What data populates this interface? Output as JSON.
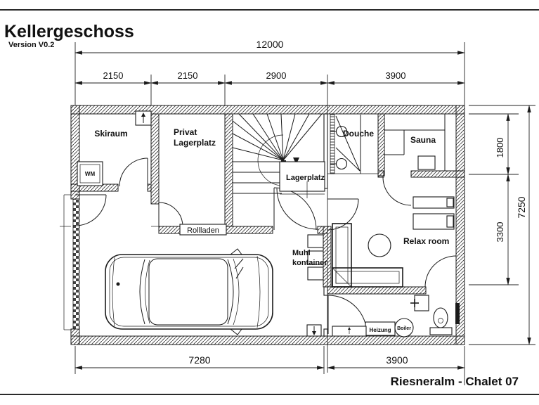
{
  "title": {
    "main": "Kellergeschoss",
    "version": "Version V0.2"
  },
  "footer": {
    "project": "Riesneralm - Chalet 07"
  },
  "rooms": {
    "skiraum": "Skiraum",
    "privat": [
      "Privat",
      "Lagerplatz"
    ],
    "stair_storage": "Lagerplatz",
    "douche": "Douche",
    "sauna": "Sauna",
    "relax": "Relax room"
  },
  "labels": {
    "wm": "WM",
    "rollladen": "Rollladen",
    "muell": [
      "Muhl",
      "kontainer"
    ],
    "heizung": "Heizung",
    "boiler": "Boiler"
  },
  "dimensions": {
    "overall_width": "12000",
    "top_segments": [
      "2150",
      "2150",
      "2900",
      "3900"
    ],
    "bottom_left": "7280",
    "bottom_right": "3900",
    "right_upper": "1800",
    "right_middle": "3300",
    "right_overall": "7250"
  },
  "colors": {
    "line": "#1a1a1a",
    "background": "#ffffff"
  }
}
